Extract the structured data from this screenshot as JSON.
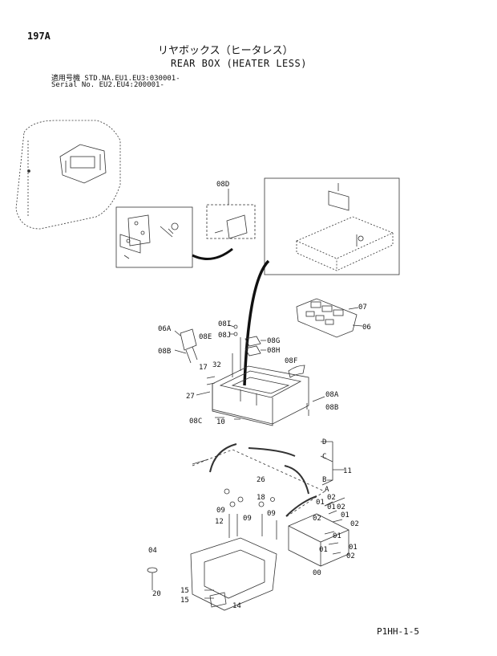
{
  "header": {
    "page_number": "197A",
    "title_jp": "リヤボックス（ヒータレス）",
    "title_en": "REAR BOX (HEATER LESS)",
    "serial_line_jp": "適用号機  STD.NA.EU1.EU3:030001-",
    "serial_line_en": "Serial No.        EU2.EU4:200001-"
  },
  "callouts": {
    "c08D": "08D",
    "c07": "07",
    "c06": "06",
    "c06A": "06A",
    "c08I": "08I",
    "c08E": "08E",
    "c08J": "08J",
    "c08G": "08G",
    "c08H": "08H",
    "c08B_l": "08B",
    "c32": "32",
    "c17": "17",
    "c08F": "08F",
    "c27": "27",
    "c08A": "08A",
    "c08B_r": "08B",
    "c08C": "08C",
    "c10": "10",
    "cD": "D",
    "cC": "C",
    "c11": "11",
    "c26": "26",
    "cB": "B",
    "cA": "A",
    "c18": "18",
    "c09a": "09",
    "c09b": "09",
    "c09c": "09",
    "c12": "12",
    "c01a": "01",
    "c02a": "02",
    "c01b": "01",
    "c02b": "02",
    "c01c": "01",
    "c02c": "02",
    "c02d": "02",
    "c01d": "01",
    "c01e": "01",
    "c01f": "01",
    "c02e": "02",
    "c00": "00",
    "c04": "04",
    "c20": "20",
    "c15a": "15",
    "c15b": "15",
    "c14": "14"
  },
  "footer": {
    "code": "P1HH-1-5"
  }
}
